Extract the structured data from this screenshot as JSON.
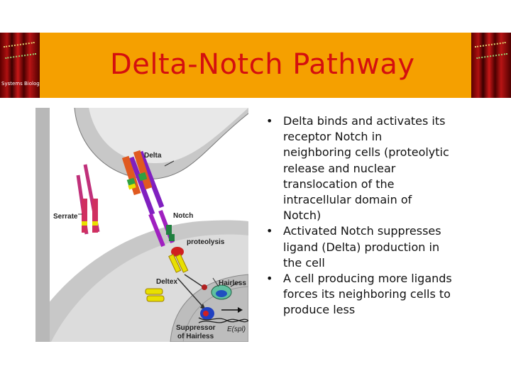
{
  "header": {
    "title": "Delta-Notch Pathway",
    "side_label": "Systems Biology"
  },
  "diagram": {
    "labels": {
      "delta": "Delta",
      "serrate": "Serrate",
      "notch": "Notch",
      "proteolysis": "proteolysis",
      "hairless": "Hairless",
      "deltex": "Deltex",
      "suppressor_line1": "Suppressor",
      "suppressor_line2": "of Hairless",
      "esplit": "E(spl)"
    }
  },
  "bullets": [
    {
      "marker": "•",
      "lines": [
        "Delta binds and activates its",
        "receptor Notch in",
        "neighboring cells (proteolytic",
        "release and nuclear",
        "translocation of the",
        "intracellular domain of",
        "Notch)"
      ]
    },
    {
      "marker": "•",
      "lines": [
        "Activated Notch suppresses",
        "ligand (Delta) production in",
        "the cell"
      ]
    },
    {
      "marker": "•",
      "lines": [
        "A cell producing more ligands",
        "forces its neighboring cells to",
        "produce less"
      ]
    }
  ],
  "colors": {
    "header_bg": "#f5a000",
    "title": "#d40f0f"
  }
}
